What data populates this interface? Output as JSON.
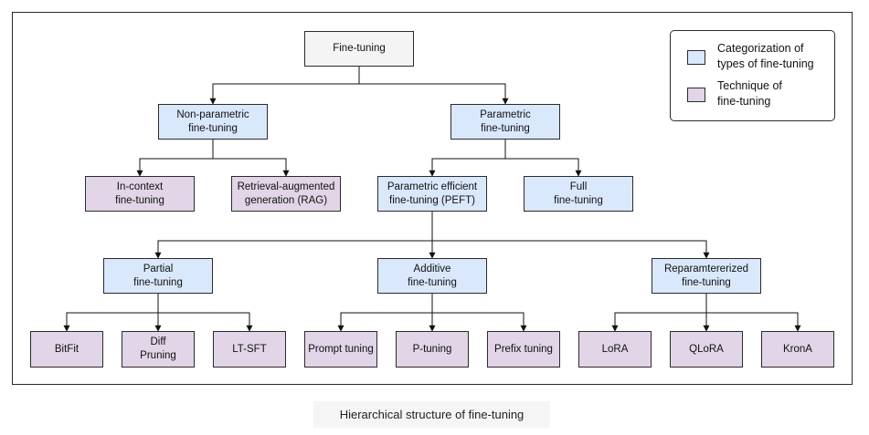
{
  "colors": {
    "category": "#dae8fc",
    "technique": "#e1d5e7",
    "root": "#f4f4f4",
    "border": "#2b2b2b"
  },
  "diagram": {
    "root": "Fine-tuning",
    "non_parametric": "Non-parametric\nfine-tuning",
    "parametric": "Parametric\nfine-tuning",
    "in_context": "In-context\nfine-tuning",
    "rag": "Retrieval-augmented\ngeneration (RAG)",
    "peft": "Parametric efficient\nfine-tuning (PEFT)",
    "full": "Full\nfine-tuning",
    "partial": "Partial\nfine-tuning",
    "additive": "Additive\nfine-tuning",
    "reparam": "Reparamtererized\nfine-tuning",
    "bitfit": "BitFit",
    "diff_pruning": "Diff\nPruning",
    "lt_sft": "LT-SFT",
    "prompt_tuning": "Prompt tuning",
    "p_tuning": "P-tuning",
    "prefix_tuning": "Prefix tuning",
    "lora": "LoRA",
    "qlora": "QLoRA",
    "krona": "KronA"
  },
  "legend": {
    "category_label": "Categorization of\ntypes of fine-tuning",
    "technique_label": "Technique of\nfine-tuning"
  },
  "caption": "Hierarchical structure of fine-tuning"
}
